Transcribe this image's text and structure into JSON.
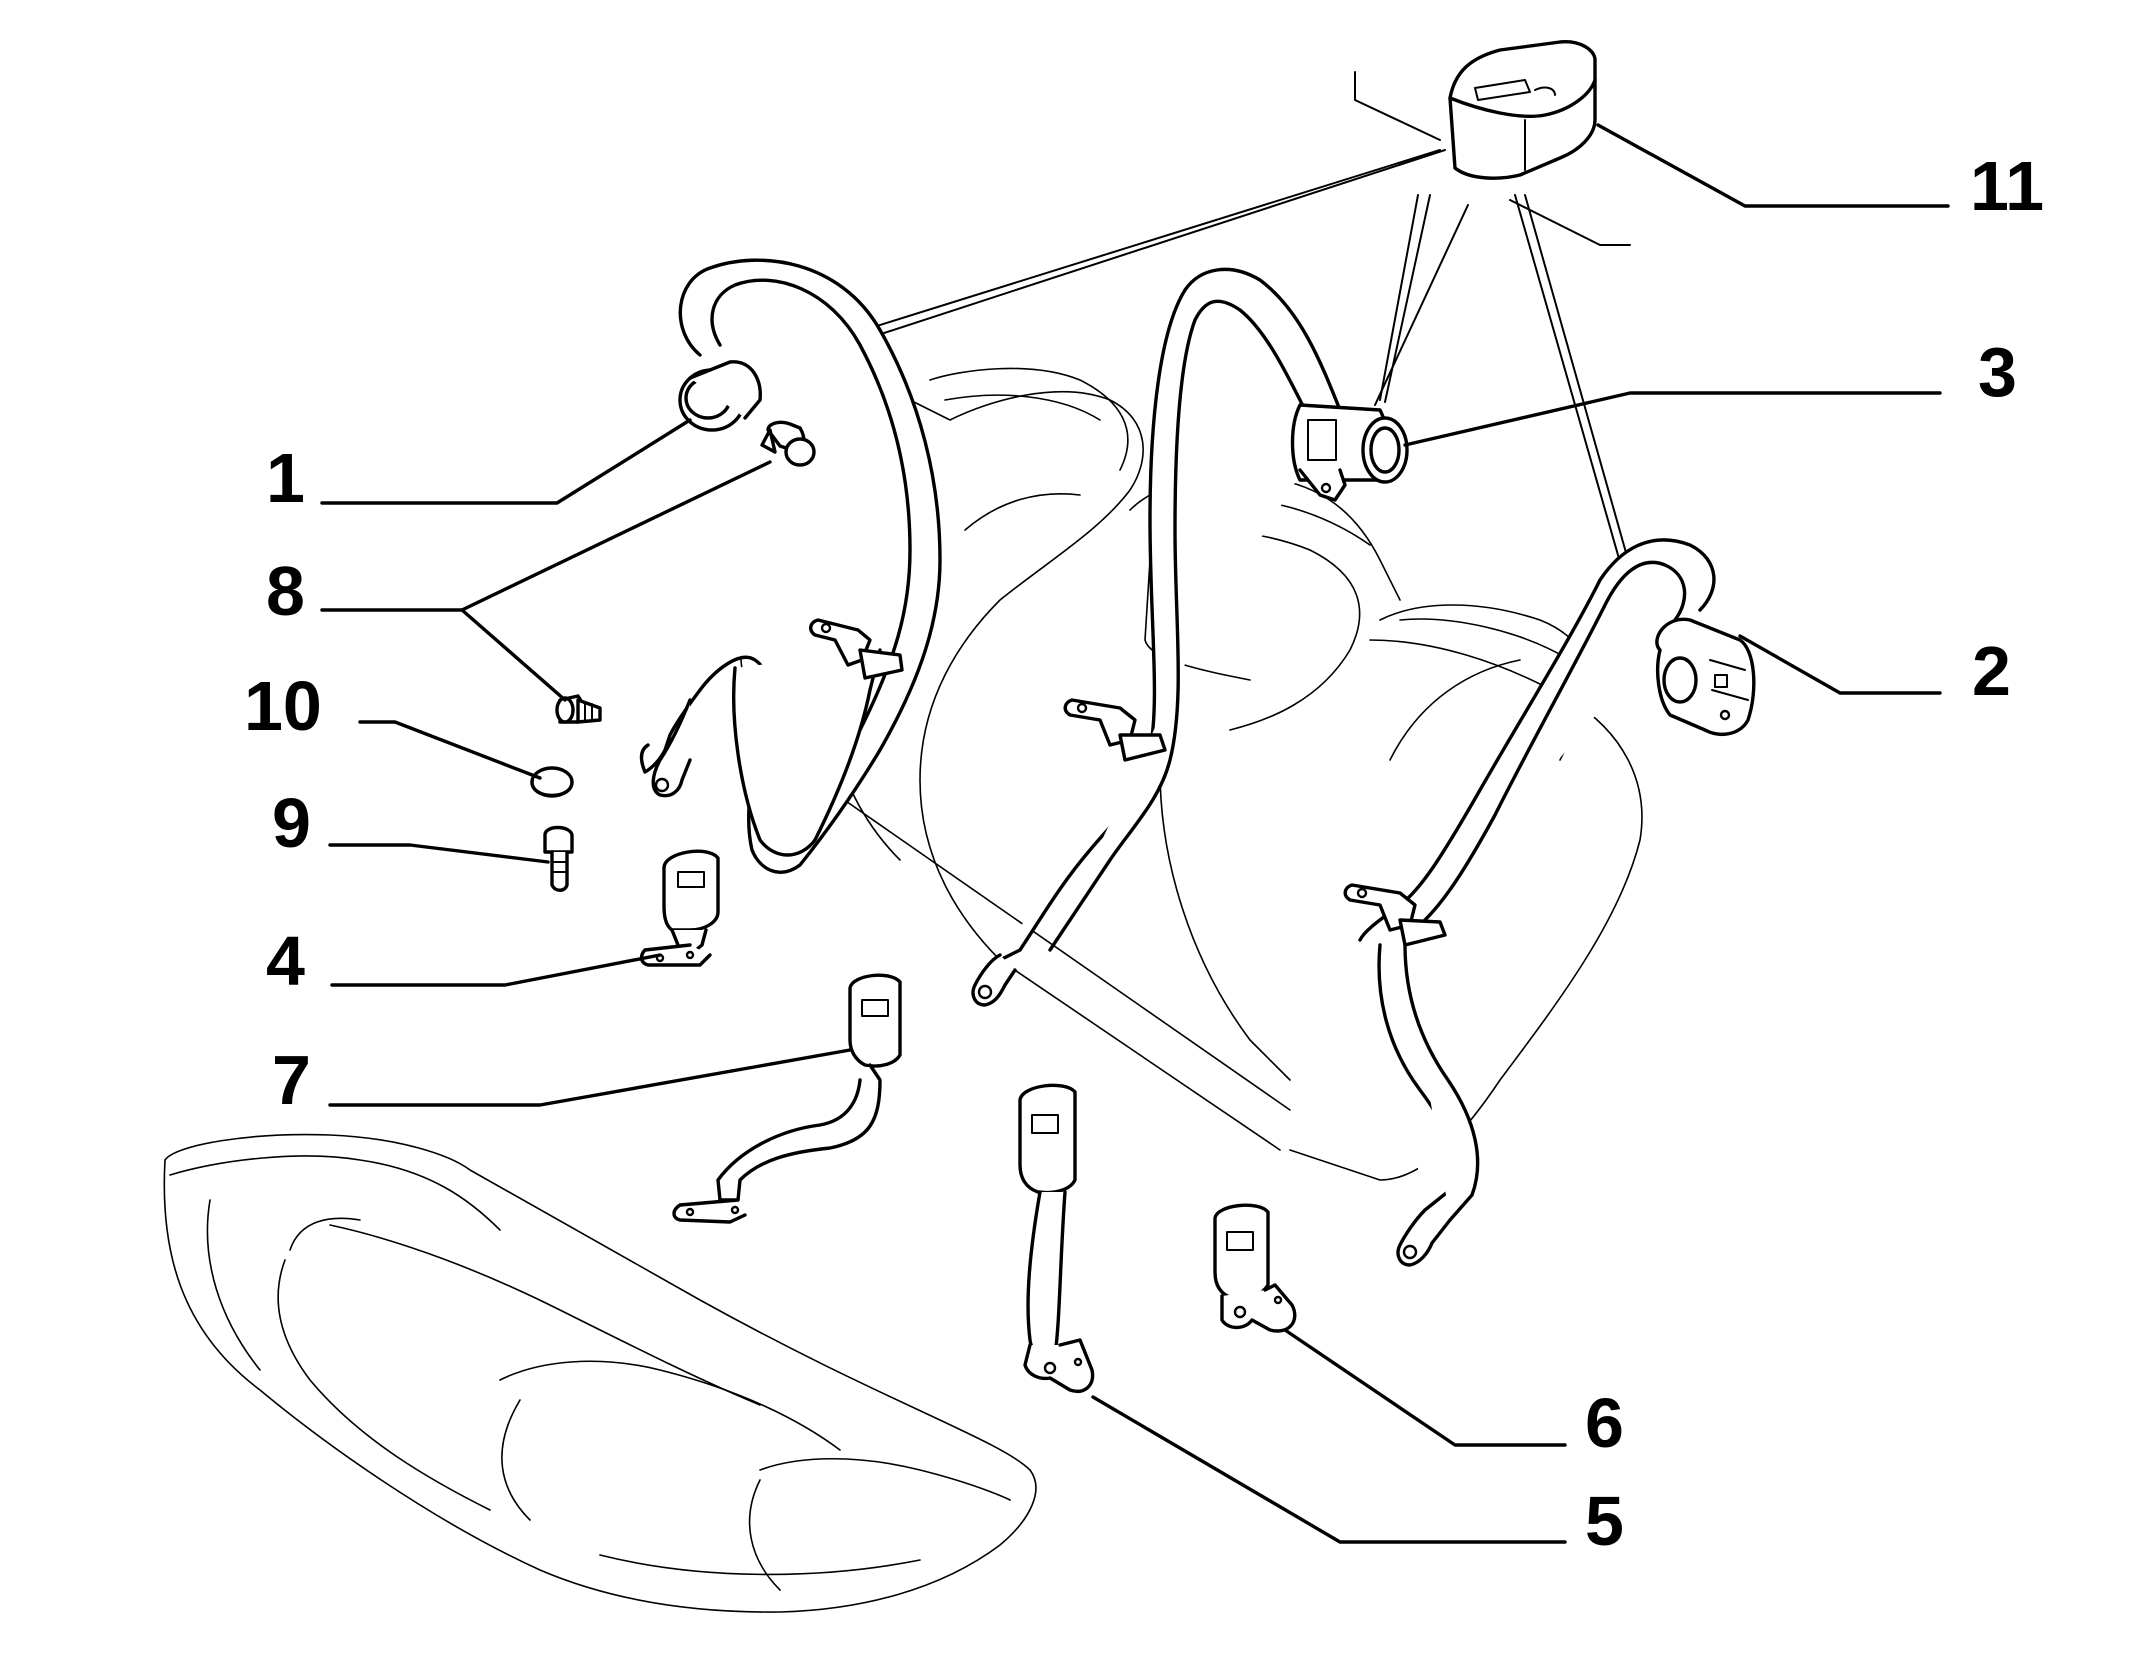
{
  "diagram": {
    "background": "#ffffff",
    "line_color": "#000000",
    "callouts": [
      {
        "id": "1",
        "label": "1"
      },
      {
        "id": "2",
        "label": "2"
      },
      {
        "id": "3",
        "label": "3"
      },
      {
        "id": "4",
        "label": "4"
      },
      {
        "id": "5",
        "label": "5"
      },
      {
        "id": "6",
        "label": "6"
      },
      {
        "id": "7",
        "label": "7"
      },
      {
        "id": "8",
        "label": "8"
      },
      {
        "id": "9",
        "label": "9"
      },
      {
        "id": "10",
        "label": "10"
      },
      {
        "id": "11",
        "label": "11"
      }
    ]
  }
}
